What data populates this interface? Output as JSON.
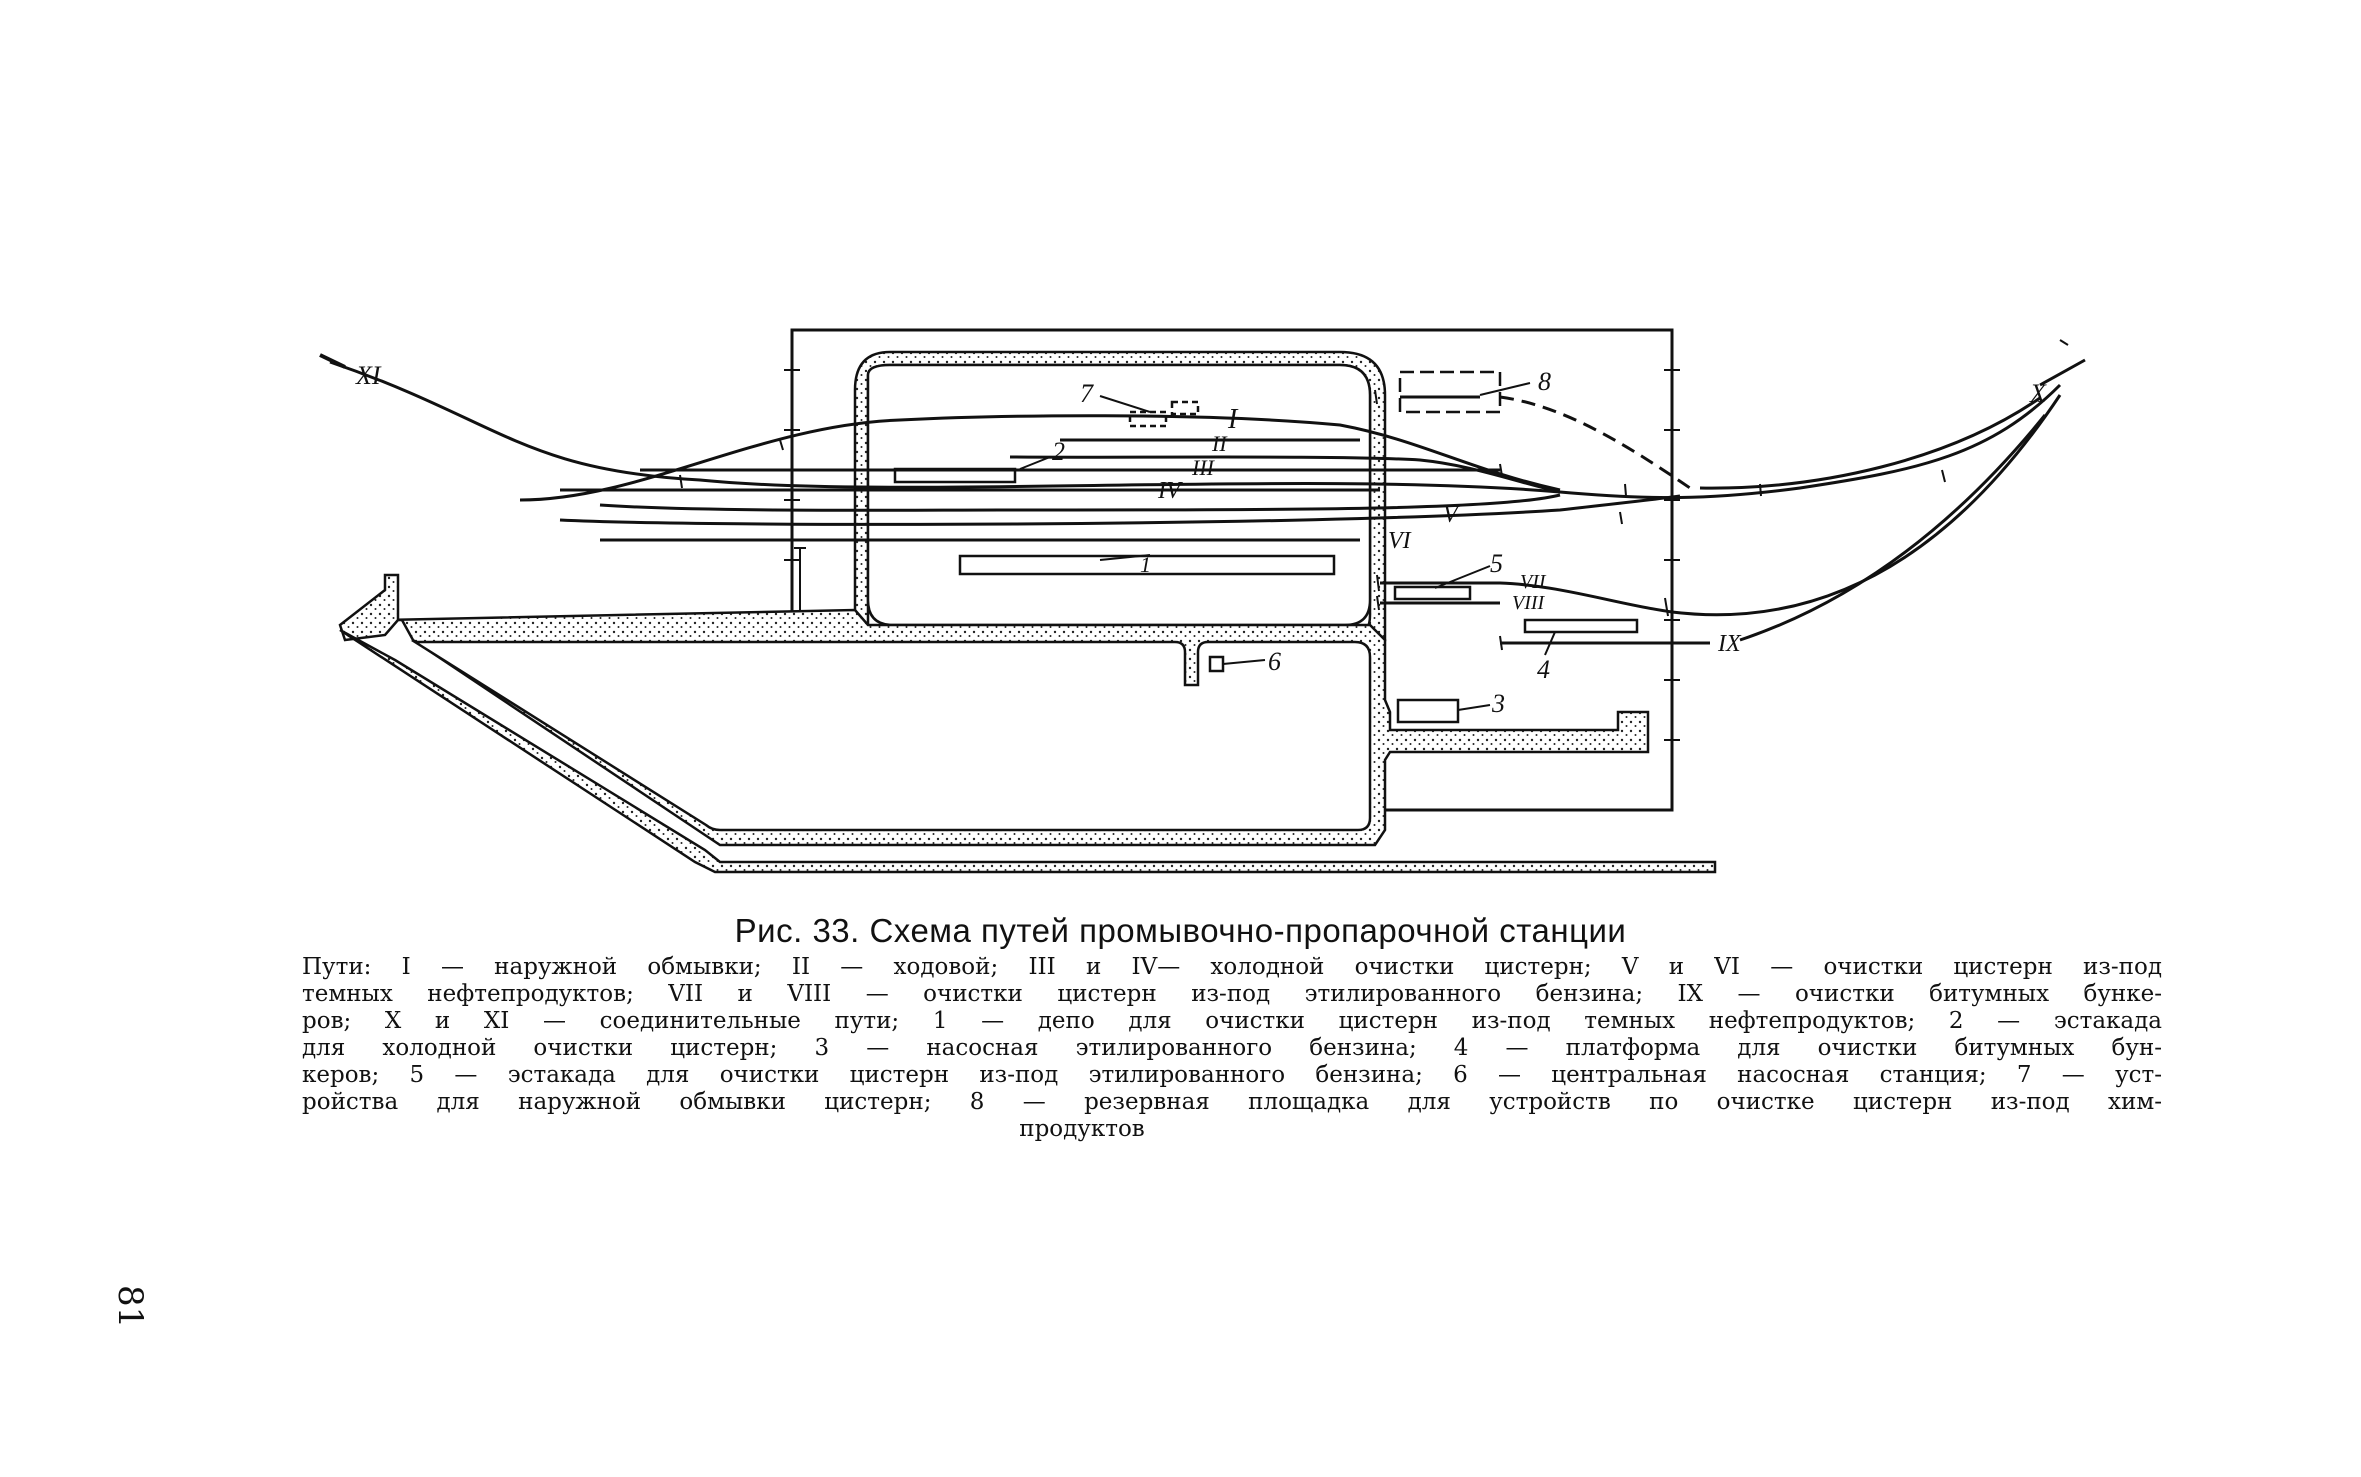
{
  "figure": {
    "caption": "Рис. 33. Схема путей промывочно-пропарочной станции",
    "legend_lines": [
      "Пути: I — наружной обмывки; II — ходовой; III и IV— холодной очистки цистерн; V и VI — очистки цистерн из-под",
      "темных нефтепродуктов; VII и VIII — очистки цистерн из-под этилированного бензина; IX — очистки битумных бунке-",
      "ров; X и XI — соединительные пути; 1 — депо для очистки цистерн из-под темных нефтепродуктов; 2 — эстакада",
      "для холодной очистки цистерн; 3 — насосная этилированного бензина; 4 — платформа для очистки битумных бун-",
      "керов; 5 — эстакада для очистки цистерн из-под этилированного бензина; 6 — центральная насосная станция; 7 — уст-",
      "ройства для наружной обмывки цистерн; 8 — резервная площадка для устройств по очистке цистерн из-под хим-",
      "продуктов"
    ],
    "labels": {
      "track_I": "I",
      "track_II": "II",
      "track_III": "III",
      "track_IV": "IV",
      "track_V": "V",
      "track_VI": "VI",
      "track_VII": "VII",
      "track_VIII": "VIII",
      "track_IX": "IX",
      "track_X": "X",
      "track_XI": "XI",
      "item_1": "1",
      "item_2": "2",
      "item_3": "3",
      "item_4": "4",
      "item_5": "5",
      "item_6": "6",
      "item_7": "7",
      "item_8": "8"
    }
  },
  "page_number": "81"
}
